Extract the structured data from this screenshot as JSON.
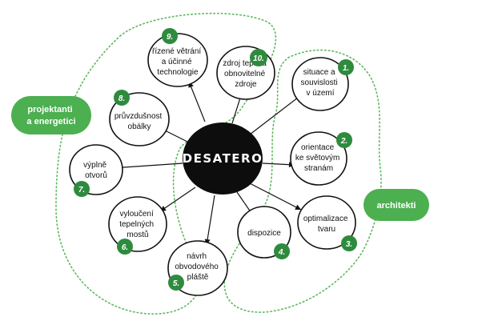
{
  "diagram": {
    "center": "DESATERO",
    "groups": [
      {
        "id": "designers",
        "lines": [
          "projektanti",
          "a energetici"
        ]
      },
      {
        "id": "architects",
        "lines": [
          "architekti"
        ]
      }
    ],
    "nodes": [
      {
        "number": "1.",
        "lines": [
          "situace a",
          "souvislosti",
          "v území"
        ]
      },
      {
        "number": "2.",
        "lines": [
          "orientace",
          "ke světovým",
          "stranám"
        ]
      },
      {
        "number": "3.",
        "lines": [
          "optimalizace",
          "tvaru"
        ]
      },
      {
        "number": "4.",
        "lines": [
          "dispozice"
        ]
      },
      {
        "number": "5.",
        "lines": [
          "návrh",
          "obvodového",
          "pláště"
        ]
      },
      {
        "number": "6.",
        "lines": [
          "vyloučení",
          "tepelných",
          "mostů"
        ]
      },
      {
        "number": "7.",
        "lines": [
          "výplně",
          "otvorů"
        ]
      },
      {
        "number": "8.",
        "lines": [
          "průvzdušnost",
          "obálky"
        ]
      },
      {
        "number": "9.",
        "lines": [
          "řízené větrání",
          "a účinné",
          "technologie"
        ]
      },
      {
        "number": "10.",
        "lines": [
          "zdroj tepla a",
          "obnovitelné",
          "zdroje"
        ]
      }
    ],
    "colors": {
      "badge": "#2e8b3e",
      "group_pill": "#4caf50",
      "dotted_outline": "#5cb85c",
      "center_fill": "#0d0d0d",
      "ink": "#111111"
    }
  }
}
